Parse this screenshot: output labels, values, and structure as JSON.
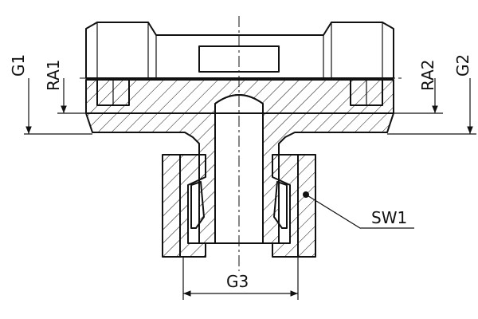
{
  "diagram": {
    "labels": {
      "g1": "G1",
      "ra1": "RA1",
      "ra2": "RA2",
      "g2": "G2",
      "sw1": "SW1",
      "g3": "G3"
    },
    "colors": {
      "line": "#111111",
      "background": "#ffffff"
    }
  }
}
